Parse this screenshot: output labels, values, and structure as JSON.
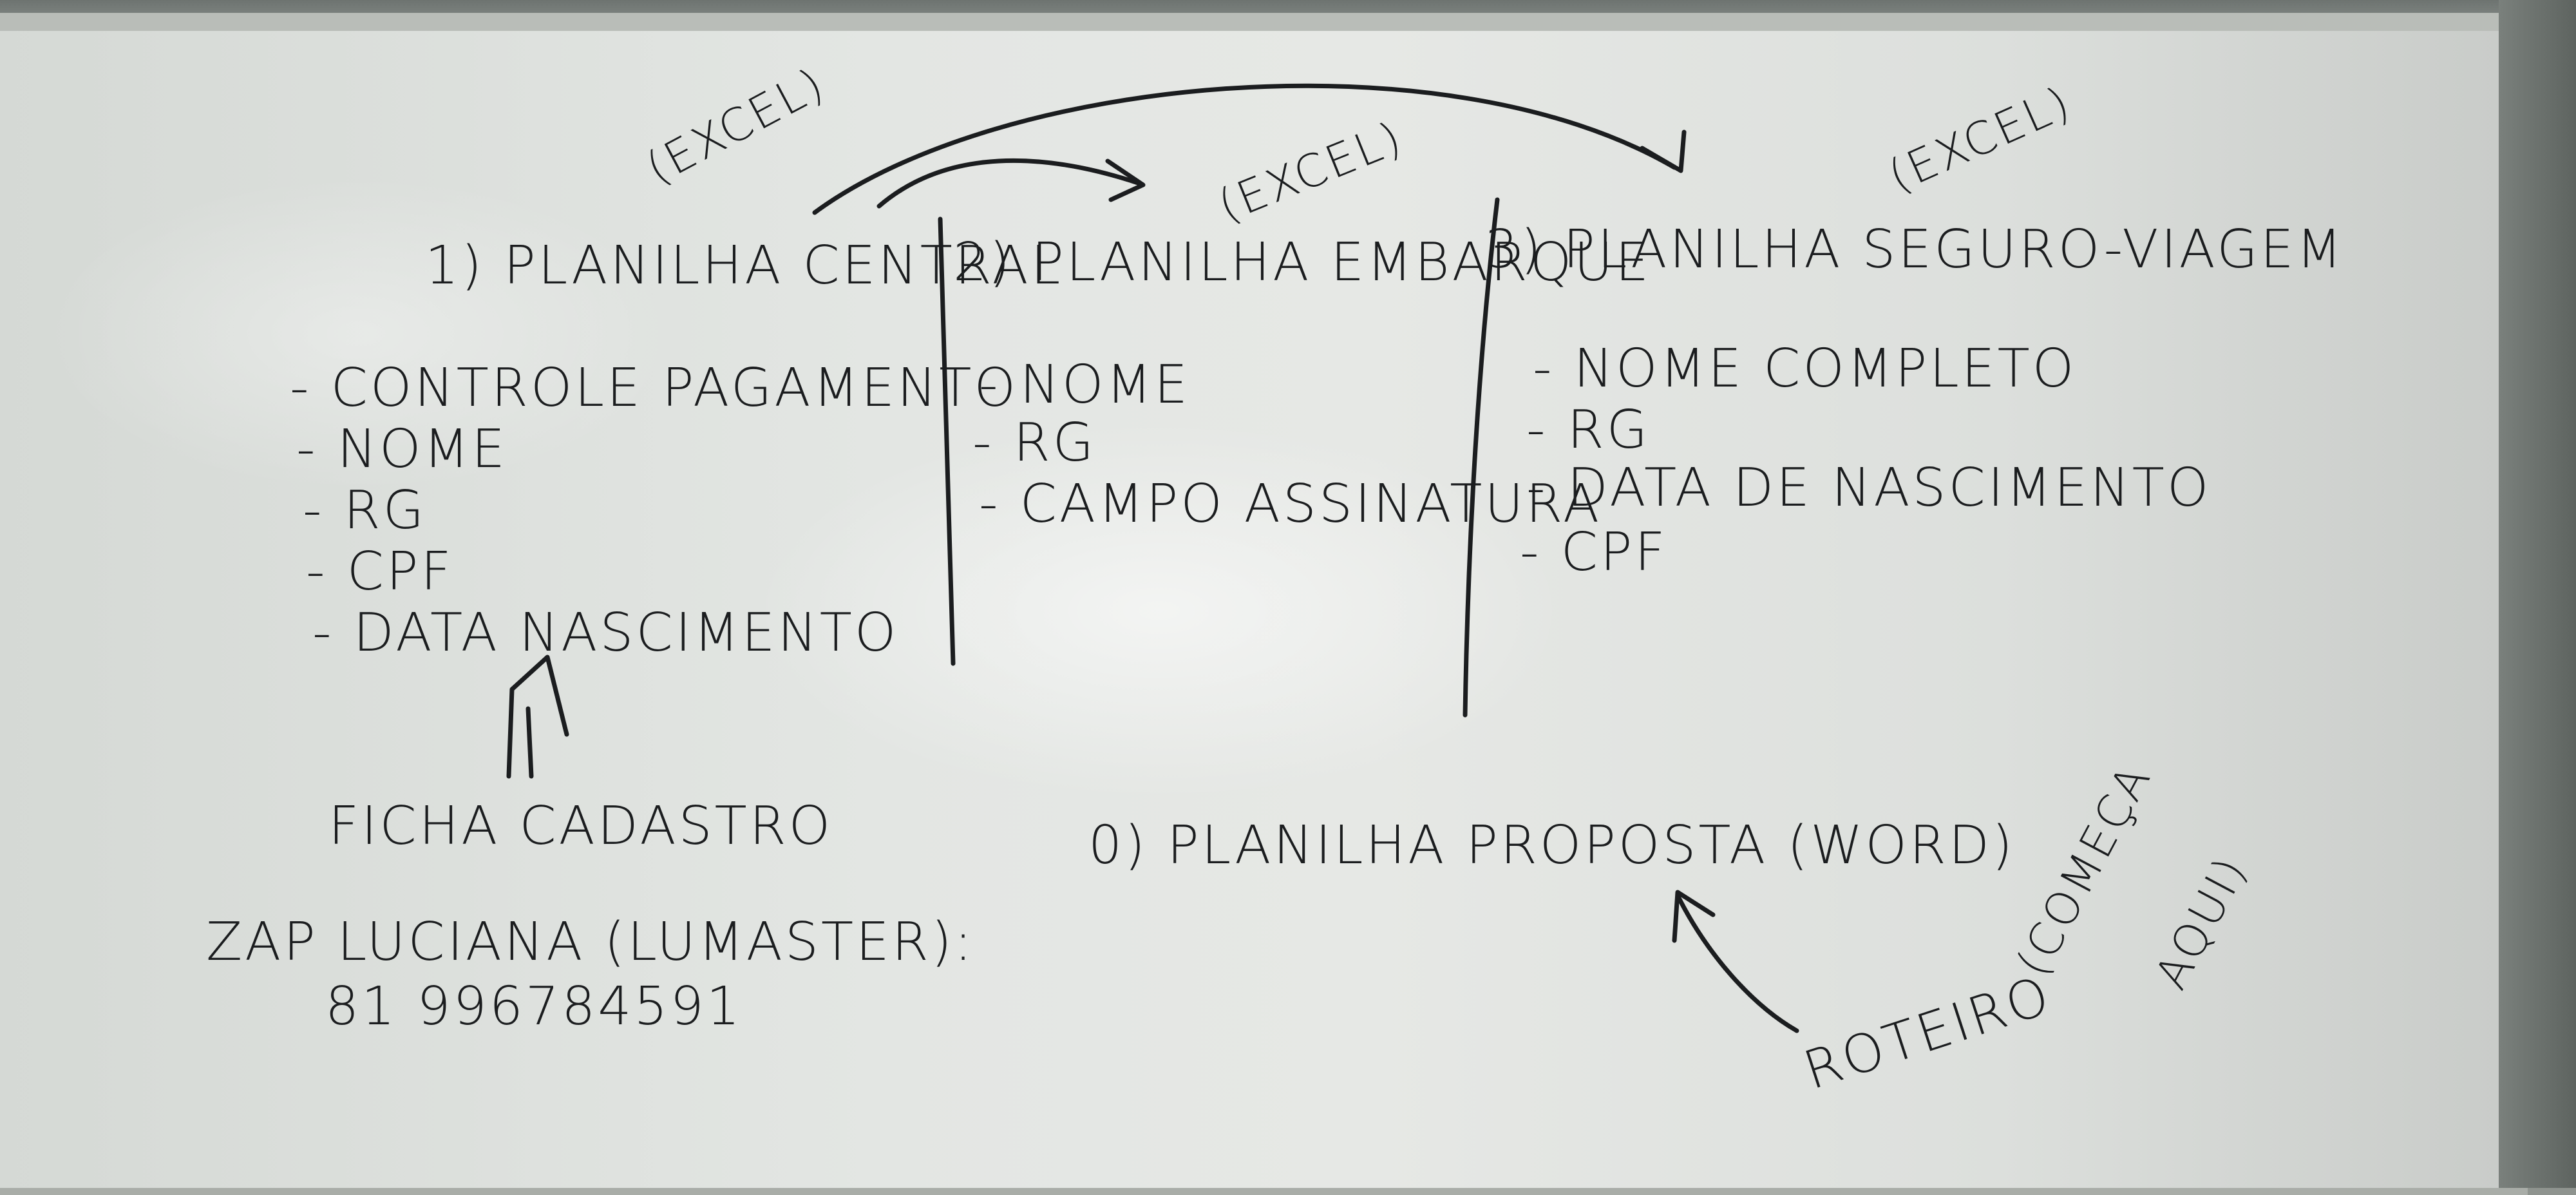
{
  "whiteboard": {
    "columns": [
      {
        "tag": "(EXCEL)",
        "title": "1) PLANILHA CENTRAL",
        "items": [
          "- CONTROLE PAGAMENTO",
          "- NOME",
          "- RG",
          "- CPF",
          "- DATA NASCIMENTO"
        ]
      },
      {
        "tag": "(EXCEL)",
        "title": "2) PLANILHA EMBARQUE",
        "items": [
          "- NOME",
          "- RG",
          "- CAMPO ASSINATURA"
        ]
      },
      {
        "tag": "(EXCEL)",
        "title": "3) PLANILHA SEGURO-VIAGEM",
        "items": [
          "- NOME COMPLETO",
          "- RG",
          "- DATA DE NASCIMENTO",
          "- CPF"
        ]
      }
    ],
    "source_note": "FICHA CADASTRO",
    "contact": {
      "label": "ZAP LUCIANA (LUMASTER):",
      "phone": "81 996784591"
    },
    "proposal": "0) PLANILHA PROPOSTA (WORD)",
    "roteiro": "ROTEIRO",
    "roteiro_note_line1": "(COMEÇA",
    "roteiro_note_line2": "AQUI)"
  }
}
